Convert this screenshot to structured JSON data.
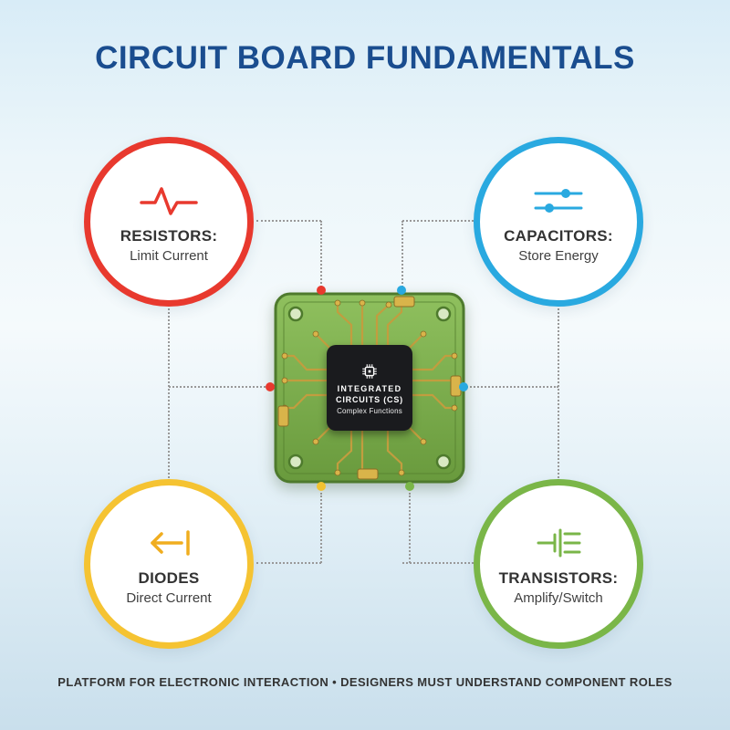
{
  "title": "CIRCUIT BOARD FUNDAMENTALS",
  "footer": "PLATFORM FOR ELECTRONIC INTERACTION • DESIGNERS MUST UNDERSTAND COMPONENT ROLES",
  "nodes": {
    "resistors": {
      "label": "RESISTORS:",
      "sub": "Limit Current",
      "color": "#e8392e",
      "icon": "resistor-pulse-icon"
    },
    "capacitors": {
      "label": "CAPACITORS:",
      "sub": "Store Energy",
      "color": "#29a9e0",
      "icon": "capacitor-sliders-icon"
    },
    "diodes": {
      "label": "DIODES",
      "sub": "Direct Current",
      "color": "#f2c230",
      "icon": "diode-arrow-icon"
    },
    "transistors": {
      "label": "TRANSISTORS:",
      "sub": "Amplify/Switch",
      "color": "#7ab648",
      "icon": "transistor-icon"
    }
  },
  "chip": {
    "line1": "INTEGRATED",
    "line2": "CIRCUITS (CS)",
    "line3": "Complex Functions",
    "icon": "chip-icon"
  },
  "colors": {
    "title_navy": "#1a4d8f",
    "red": "#e8392e",
    "blue": "#29a9e0",
    "yellow": "#f2c230",
    "green": "#7ab648",
    "board_green": "#79a84a",
    "trace_gold": "#c29d3f",
    "chip_black": "#1a1b1e",
    "background_top": "#d8ecf7",
    "background_bottom": "#c9dfec"
  }
}
